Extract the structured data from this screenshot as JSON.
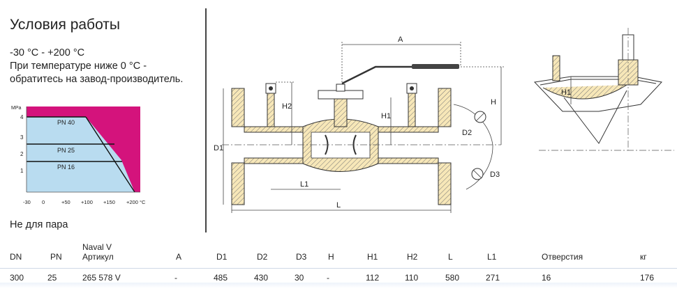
{
  "title": "Условия работы",
  "conditions": [
    "-30 °C - +200 °C",
    "При температуре ниже 0 °C -",
    "обратитесь на завод-производитель."
  ],
  "note": "Не для пара",
  "pt_chart": {
    "unit_y": "MPa",
    "y_ticks": [
      "4",
      "3",
      "2",
      "1"
    ],
    "x_ticks": [
      "-30",
      "0",
      "+50",
      "+100",
      "+150",
      "+200 °C"
    ],
    "series": [
      {
        "name": "PN 40",
        "value": 4
      },
      {
        "name": "PN 25",
        "value": 2.5
      },
      {
        "name": "PN 16",
        "value": 1.6
      }
    ],
    "colors": {
      "allowed": "#b9dcf0",
      "forbidden": "#d4137c"
    }
  },
  "drawing_labels": {
    "A": "A",
    "H": "H",
    "H1": "H1",
    "H2": "H2",
    "D1": "D1",
    "D2": "D2",
    "D3": "D3",
    "L": "L",
    "L1": "L1",
    "detail_H1": "H1"
  },
  "table": {
    "super_header": "Naval V",
    "headers": [
      "DN",
      "PN",
      "Артикул",
      "A",
      "D1",
      "D2",
      "D3",
      "H",
      "H1",
      "H2",
      "L",
      "L1",
      "Отверстия",
      "кг"
    ],
    "rows": [
      [
        "300",
        "25",
        "265 578 V",
        "-",
        "485",
        "430",
        "30",
        "-",
        "112",
        "110",
        "580",
        "271",
        "16",
        "176"
      ]
    ]
  }
}
